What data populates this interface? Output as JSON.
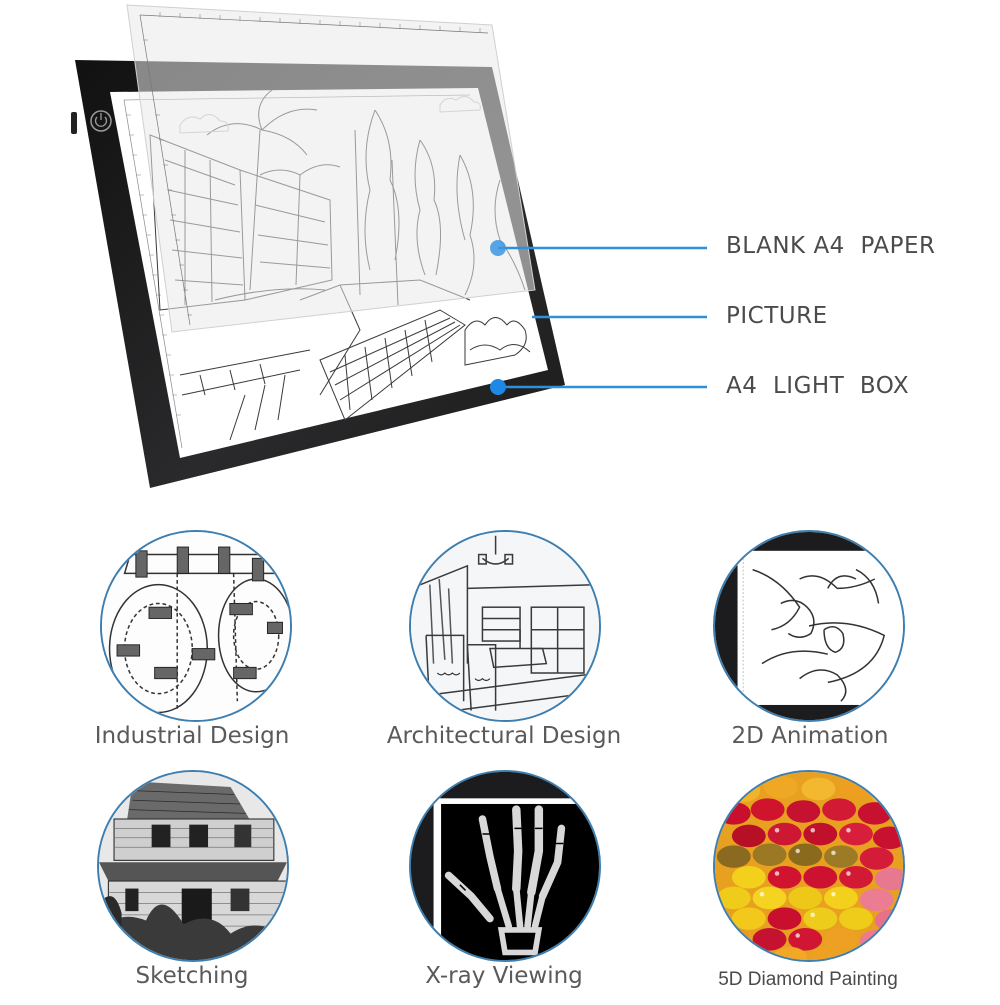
{
  "hero": {
    "callouts": [
      {
        "label": "BLANK A4  PAPER",
        "target": "paper"
      },
      {
        "label": "PICTURE",
        "target": "picture"
      },
      {
        "label": "A4  LIGHT  BOX",
        "target": "light-box"
      }
    ],
    "colors": {
      "callout_line": "#2f8fd8",
      "callout_dot": "#1e88e5",
      "frame": "#1c1c1e",
      "paper_overlay": "#e6e6e6"
    }
  },
  "uses": [
    {
      "label": "Industrial Design",
      "icon": "industrial-drawing"
    },
    {
      "label": "Architectural Design",
      "icon": "interior-sketch"
    },
    {
      "label": "2D Animation",
      "icon": "animation-sketch"
    },
    {
      "label": "Sketching",
      "icon": "house-sketch"
    },
    {
      "label": "X-ray Viewing",
      "icon": "hand-xray"
    },
    {
      "label": "5D Diamond Painting",
      "icon": "diamond-beads"
    }
  ],
  "colors": {
    "circle_border": "#3d7eb0",
    "caption_text": "#5a5a5a"
  }
}
